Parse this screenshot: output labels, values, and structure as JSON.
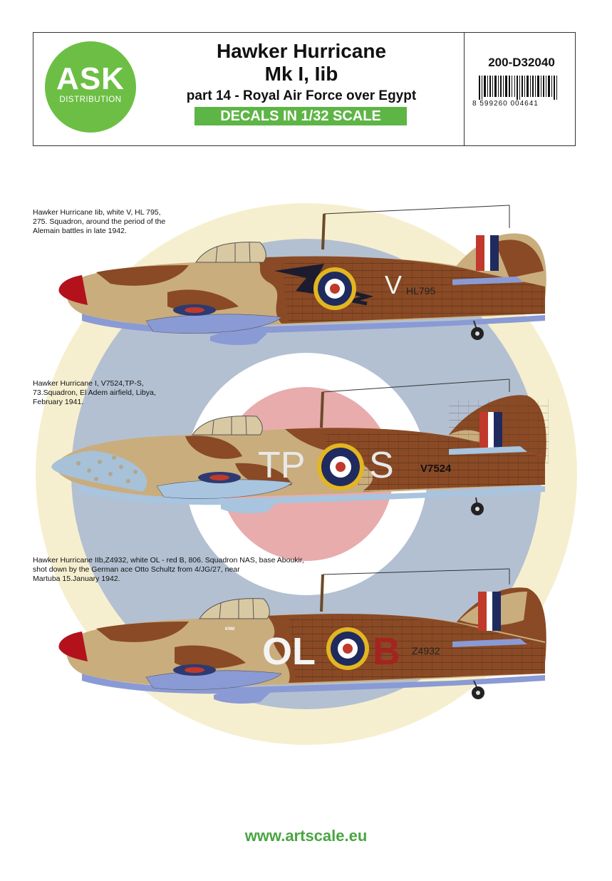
{
  "brand": {
    "logo_text": "ASK",
    "logo_subtext": "DISTRIBUTION",
    "color": "#6cbf44"
  },
  "header": {
    "title_line1": "Hawker Hurricane",
    "title_line2": "Mk I, Iib",
    "subtitle": "part 14 - Royal Air Force over Egypt",
    "scale_label": "DECALS IN 1/32 SCALE",
    "product_code": "200-D32040",
    "barcode_digits": "8  599260  004641"
  },
  "aircraft": [
    {
      "caption": [
        "Hawker  Hurricane Iib, white V, HL 795,",
        "275. Squadron, around the period of the",
        "Alemain battles in late 1942."
      ],
      "letter_right": "V",
      "serial": "HL795"
    },
    {
      "caption": [
        "Hawker  Hurricane I, V7524,TP-S,",
        "73.Squadron, El Adem airfield, Libya,",
        "February 1941."
      ],
      "letters_left": "TP",
      "letter_right": "S",
      "serial": "V7524"
    },
    {
      "caption": [
        "Hawker  Hurricane IIb,Z4932, white OL - red B, 806. Squadron NAS, base Aboukir,",
        "shot down by the German ace Otto Schultz from 4/JG/27, near",
        "Martuba 15.January 1942."
      ],
      "letters_left": "OL",
      "letter_right": "B",
      "serial": "Z4932",
      "nose_text": "KIWI"
    }
  ],
  "footer": {
    "url": "www.artscale.eu"
  },
  "colors": {
    "roundel_yellow": "#f6efcf",
    "roundel_blue": "#b3c0d2",
    "roundel_red": "#e8acac",
    "camo_sand": "#c9ad7d",
    "camo_brown": "#8a4a25",
    "underside_blue": "#8a9ad4",
    "accent_green": "#4aa542"
  }
}
